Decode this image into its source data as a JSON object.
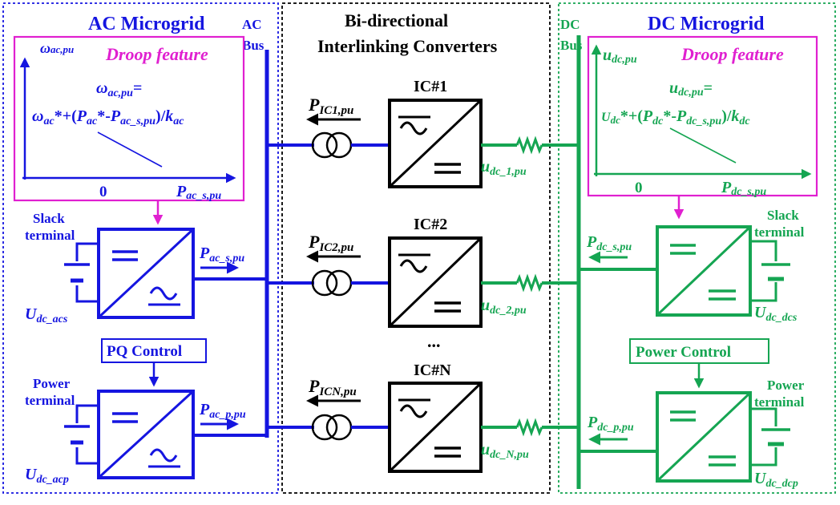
{
  "colors": {
    "ac": "#1515e0",
    "ic": "#000000",
    "dc": "#15a552",
    "droop": "#e020d0"
  },
  "ac_section": {
    "title": "AC Microgrid",
    "bus_label_1": "AC",
    "bus_label_2": "Bus",
    "droop": {
      "axis_y_sym": "ω",
      "axis_y_sub": "ac,pu",
      "title": "Droop feature",
      "eq_line1_sym": "ω",
      "eq_line1_sub": "ac,pu",
      "eq_line1_end": "=",
      "eq_w": "ω",
      "eq_w_sub": "ac",
      "eq_a": "*+(",
      "eq_p1": "P",
      "eq_p1_sub": "ac",
      "eq_b": "*-",
      "eq_p2": "P",
      "eq_p2_sub": "ac_s,pu",
      "eq_c": ")/",
      "eq_k": "k",
      "eq_k_sub": "ac",
      "axis_x_zero": "0",
      "axis_x_sym": "P",
      "axis_x_sub": "ac_s,pu"
    },
    "slack": {
      "label_1": "Slack",
      "label_2": "terminal",
      "power_sym": "P",
      "power_sub": "ac_s,pu",
      "voltage_sym": "U",
      "voltage_sub": "dc_acs"
    },
    "pq_control": "PQ Control",
    "power_terminal": {
      "label_1": "Power",
      "label_2": "terminal",
      "power_sym": "P",
      "power_sub": "ac_p,pu",
      "voltage_sym": "U",
      "voltage_sub": "dc_acp"
    }
  },
  "ic_section": {
    "title_1": "Bi-directional",
    "title_2": "Interlinking Converters",
    "converters": [
      {
        "name": "IC#1",
        "power_sym": "P",
        "power_sub": "IC1,pu",
        "voltage_sym": "u",
        "voltage_sub": "dc_1,pu"
      },
      {
        "name": "IC#2",
        "power_sym": "P",
        "power_sub": "IC2,pu",
        "voltage_sym": "u",
        "voltage_sub": "dc_2,pu"
      },
      {
        "name": "IC#N",
        "power_sym": "P",
        "power_sub": "ICN,pu",
        "voltage_sym": "u",
        "voltage_sub": "dc_N,pu"
      }
    ],
    "ellipsis": "..."
  },
  "dc_section": {
    "title": "DC Microgrid",
    "bus_label_1": "DC",
    "bus_label_2": "Bus",
    "droop": {
      "axis_y_sym": "u",
      "axis_y_sub": "dc,pu",
      "title": "Droop feature",
      "eq_line1_sym": "u",
      "eq_line1_sub": "dc,pu",
      "eq_line1_end": "=",
      "eq_u": "U",
      "eq_u_sub": "dc",
      "eq_a": "*+(",
      "eq_p1": "P",
      "eq_p1_sub": "dc",
      "eq_b": "*-",
      "eq_p2": "P",
      "eq_p2_sub": "dc_s,pu",
      "eq_c": ")/",
      "eq_k": "k",
      "eq_k_sub": "dc",
      "axis_x_zero": "0",
      "axis_x_sym": "P",
      "axis_x_sub": "dc_s,pu"
    },
    "slack": {
      "label_1": "Slack",
      "label_2": "terminal",
      "power_sym": "P",
      "power_sub": "dc_s,pu",
      "voltage_sym": "U",
      "voltage_sub": "dc_dcs"
    },
    "power_control": "Power Control",
    "power_terminal": {
      "label_1": "Power",
      "label_2": "terminal",
      "power_sym": "P",
      "power_sub": "dc_p,pu",
      "voltage_sym": "U",
      "voltage_sub": "dc_dcp"
    }
  }
}
